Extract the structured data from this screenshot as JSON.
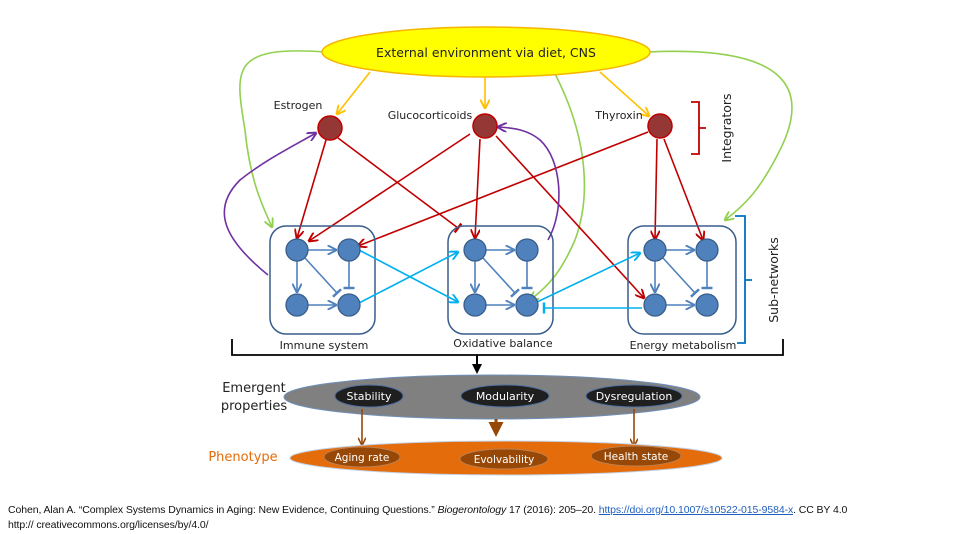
{
  "diagram": {
    "environment": "External environment via diet, CNS",
    "integrators_label": "Integrators",
    "subnetworks_label": "Sub-networks",
    "integrators": [
      {
        "id": "estrogen",
        "label": "Estrogen"
      },
      {
        "id": "glucocorticoids",
        "label": "Glucocorticoids"
      },
      {
        "id": "thyroxin",
        "label": "Thyroxin"
      }
    ],
    "subnetworks": [
      {
        "id": "immune",
        "label": "Immune system"
      },
      {
        "id": "oxidative",
        "label": "Oxidative balance"
      },
      {
        "id": "energy",
        "label": "Energy metabolism"
      }
    ],
    "emergent": {
      "label_line1": "Emergent",
      "label_line2": "properties",
      "items": [
        "Stability",
        "Modularity",
        "Dysregulation"
      ]
    },
    "phenotype": {
      "label": "Phenotype",
      "items": [
        "Aging rate",
        "Evolvability",
        "Health state"
      ]
    },
    "colors": {
      "environment_fill": "#ffff00",
      "environment_stroke": "#f5b400",
      "env_arrow": "#ffc000",
      "integrator_fill": "#953735",
      "integrator_stroke": "#c00000",
      "integrator_arrow": "#c00000",
      "feedback_arrow": "#7030a0",
      "env_direct_arrow": "#92d050",
      "node_fill": "#4f81bd",
      "node_stroke": "#385d8a",
      "cross_arrow": "#00b0f0",
      "bracket_red": "#c00000",
      "bracket_blue": "#0070c0",
      "emergent_fill": "#808080",
      "emergent_item_fill": "#1f1f1f",
      "phenotype_fill": "#e46c0a",
      "phenotype_item_fill": "#974806",
      "phenotype_label": "#e46c0a",
      "down_arrow": "#974806"
    }
  },
  "caption": {
    "author_title": "Cohen, Alan A. “Complex Systems Dynamics in Aging: New Evidence, Continuing Questions.” ",
    "journal": "Biogerontology",
    "citation_rest": " 17 (2016): 205–20. ",
    "doi_link": "https://doi.org/10.1007/s10522-015-9584-x",
    "after_link": ". CC BY 4.0",
    "license_line": "http:// creativecommons.org/licenses/by/4.0/"
  }
}
